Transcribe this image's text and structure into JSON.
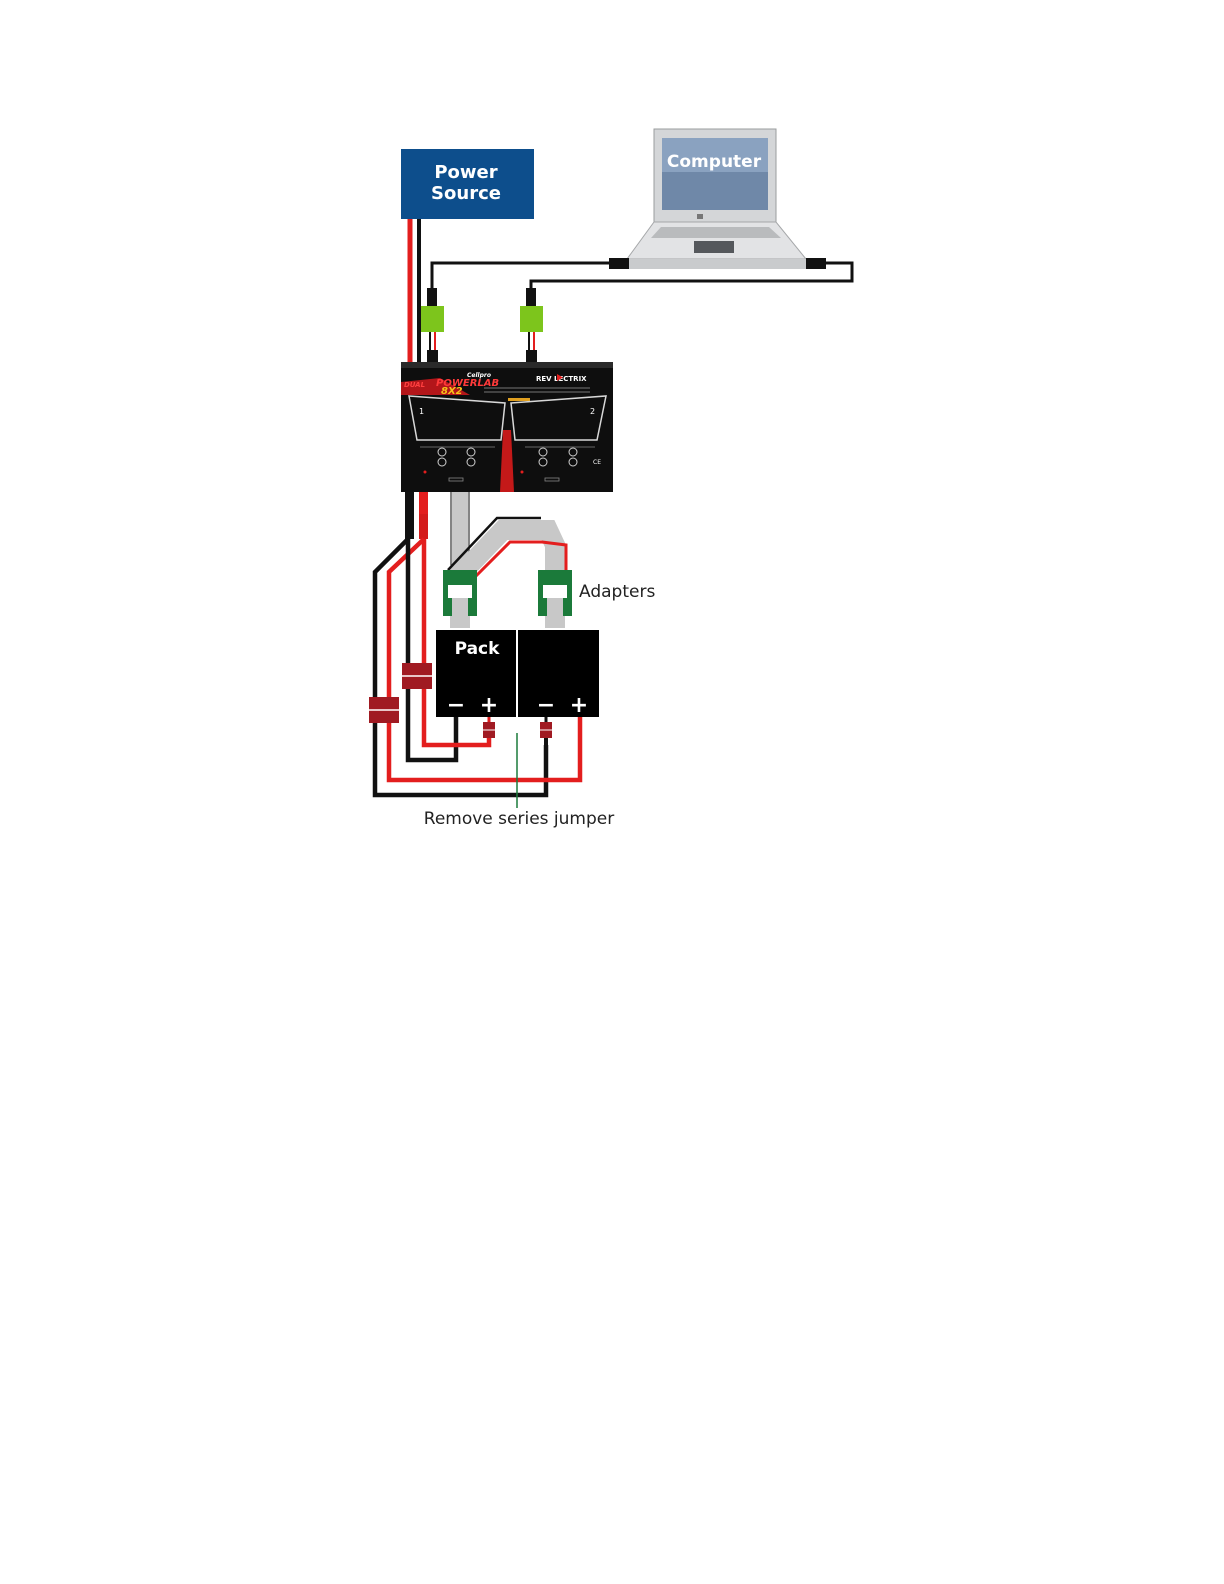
{
  "diagram": {
    "power_source": {
      "line1": "Power",
      "line2": "Source"
    },
    "computer": {
      "label": "Computer"
    },
    "charger": {
      "brand_top": "Cellpro",
      "brand_right": "REV LECTRIX",
      "model_word": "POWERLAB",
      "model_code": "8X2",
      "dual_word": "DUAL",
      "channel_1": "1",
      "channel_2": "2",
      "ce_mark": "CE"
    },
    "pack": {
      "label": "Pack",
      "minus": "−",
      "plus": "+"
    },
    "labels": {
      "adapters": "Adapters",
      "remove_jumper": "Remove series jumper"
    },
    "colors": {
      "power_box": "#0d4e8c",
      "wire_red": "#e31e1e",
      "wire_black": "#111111",
      "usb_plug": "#7dc51c",
      "adapter_green": "#1b7a3a",
      "connector_red": "#a01a22",
      "balance_gray": "#c8c8c8"
    }
  }
}
